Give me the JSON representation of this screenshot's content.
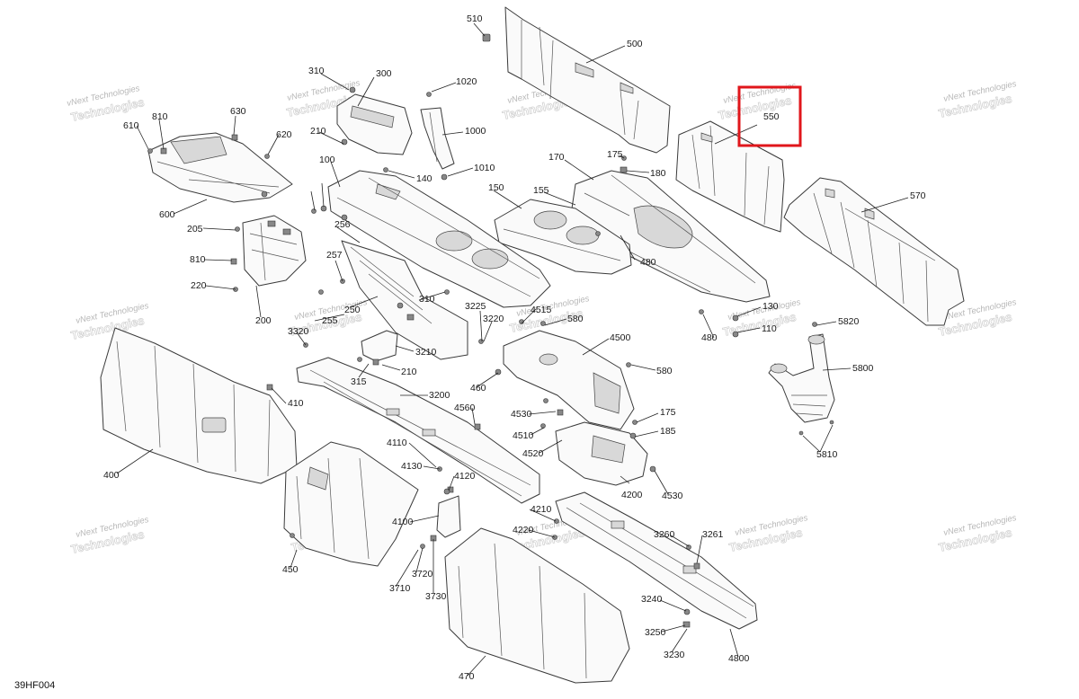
{
  "diagram": {
    "code": "39HF004",
    "watermark_line1": "vNext Technologies",
    "watermark_line2": "Technologies",
    "highlighted_part": "550",
    "part_labels": [
      "510",
      "500",
      "310",
      "300",
      "1020",
      "1000",
      "1010",
      "630",
      "810",
      "610",
      "620",
      "600",
      "210",
      "100",
      "140",
      "150",
      "155",
      "170",
      "175",
      "180",
      "550",
      "570",
      "205",
      "256",
      "257",
      "250",
      "255",
      "310",
      "3225",
      "3220",
      "3210",
      "3200",
      "210",
      "315",
      "4515",
      "580",
      "4500",
      "130",
      "110",
      "480",
      "480",
      "5820",
      "5800",
      "5810",
      "810",
      "220",
      "200",
      "3320",
      "410",
      "400",
      "460",
      "4530",
      "4510",
      "4520",
      "175",
      "185",
      "4560",
      "4110",
      "4130",
      "4120",
      "4100",
      "4200",
      "4530",
      "450",
      "3720",
      "3710",
      "3730",
      "470",
      "4210",
      "4220",
      "3260",
      "3261",
      "3240",
      "3250",
      "3230",
      "4800",
      "580"
    ]
  }
}
